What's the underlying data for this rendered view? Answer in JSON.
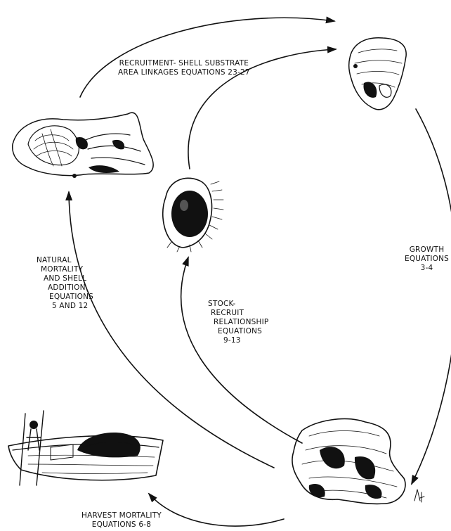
{
  "labels": {
    "recruitment": [
      "RECRUITMENT- SHELL SUBSTRATE",
      "AREA LINKAGES EQUATIONS 23-27"
    ],
    "growth": [
      "GROWTH",
      "EQUATIONS",
      "3-4"
    ],
    "natural_mortality": [
      "NATURAL",
      "MORTALITY",
      "AND SHELL",
      "ADDITION",
      "EQUATIONS",
      "5 AND 12"
    ],
    "stock_recruit": [
      "STOCK-",
      "RECRUIT",
      "RELATIONSHIP",
      "EQUATIONS",
      "9-13"
    ],
    "harvest": [
      "HARVEST MORTALITY",
      "EQUATIONS 6-8"
    ]
  },
  "illustrations": {
    "spat_on_shell": "oyster-cluster-drawing",
    "juvenile_oyster": "juvenile-oyster-drawing",
    "larva": "oyster-larva-drawing",
    "adult_cluster": "adult-oyster-cluster-drawing",
    "boat": "skiff-with-harvested-oysters-drawing",
    "signature": "artist-initials"
  },
  "colors": {
    "ink": "#111111",
    "paper": "#ffffff"
  }
}
